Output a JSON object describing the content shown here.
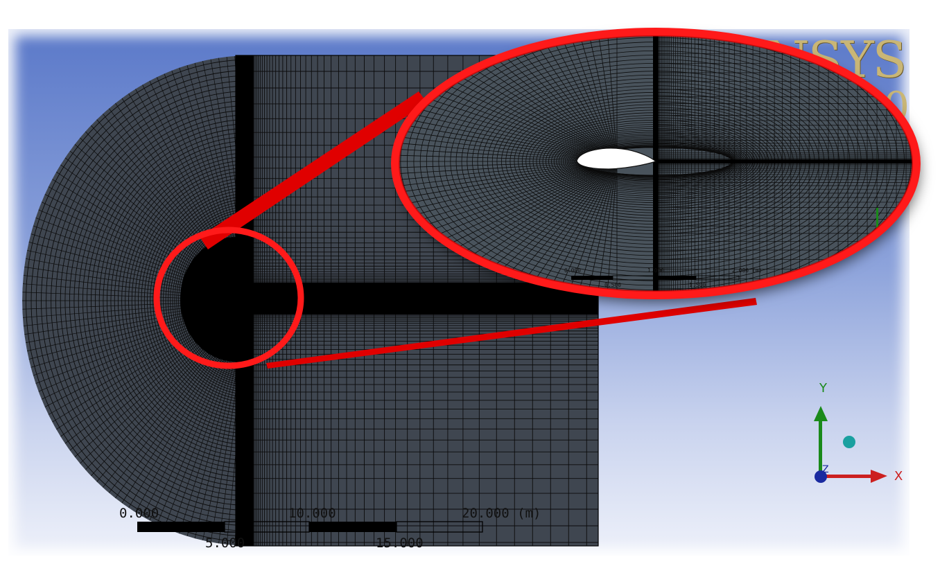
{
  "viewer": {
    "brand": "ANSYS",
    "version_fragment": "0"
  },
  "main_scale": {
    "top_labels": [
      "0.000",
      "10.000",
      "20.000 (m)"
    ],
    "bottom_labels": [
      "5.000",
      "15.000"
    ]
  },
  "zoom_scale": {
    "top_labels": [
      "0.000",
      "1.000",
      "2.000 (m)"
    ],
    "bottom_labels": [
      "0.500",
      "1.500"
    ]
  },
  "triad": {
    "x_label": "X",
    "y_label": "Y",
    "z_label": "Z",
    "colors": {
      "x": "#cc2020",
      "y": "#1a8a1a",
      "z": "#1a2aa0",
      "iso": "#1aa0a0"
    }
  },
  "highlight": {
    "color": "#ff1a1a",
    "ring_color": "#d40000"
  }
}
